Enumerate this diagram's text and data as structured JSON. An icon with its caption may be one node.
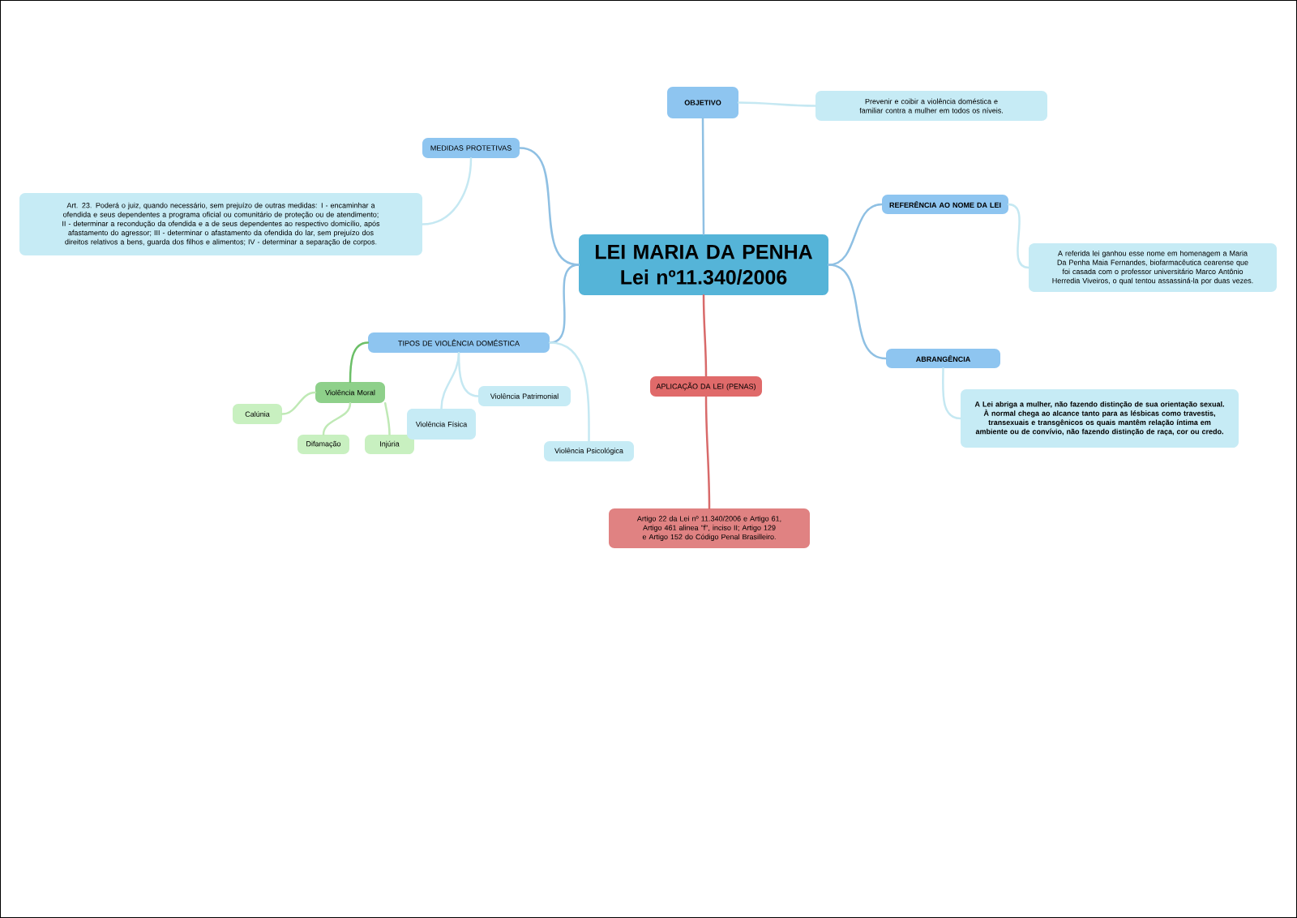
{
  "diagram": {
    "nodes": [
      {
        "text": [
          "LEI MARIA DA PENHA Lei nº11.340/2006"
        ]
      },
      {
        "text": [
          "OBJETIVO"
        ]
      },
      {
        "text": [
          "Prevenir e coibir a violência doméstica e familiar contra a mulher em todos os níveis."
        ]
      },
      {
        "text": [
          "MEDIDAS PROTETIVAS"
        ]
      },
      {
        "text": [
          "Art. 23. Poderá o juiz, quando necessário, sem prejuízo de outras medidas: I - encaminhar a ofendida e seus dependentes a programa oficial ou comunitário de proteção ou de atendimento; II - determinar a recondução da ofendida e a de seus dependentes ao respectivo domicílio, após afastamento do agressor; III - determinar o afastamento da ofendida do lar, sem prejuízo dos direitos relativos a bens, guarda dos filhos e alimentos; IV - determinar a separação de corpos."
        ]
      },
      {
        "text": [
          "REFERÊNCIA AO NOME DA LEI"
        ]
      },
      {
        "text": [
          "A referida lei ganhou esse nome em homenagem a Maria Da Penha Maia Fernandes, biofarmacêutica cearense que foi casada com o professor universitário Marco Antônio Herredia Viveiros, o qual tentou assassiná-la por duas vezes."
        ]
      },
      {
        "text": [
          "ABRANGÊNCIA"
        ]
      },
      {
        "text": [
          "A Lei abriga a mulher, não fazendo distinção de sua orientação sexual. À normal chega ao alcance tanto para as lésbicas como travestis, transexuais e transgênicos os quais mantêm relação íntima em ambiente ou de convívio, não fazendo distinção de raça, cor ou credo."
        ]
      },
      {
        "text": [
          "TIPOS DE VIOLÊNCIA DOMÉSTICA"
        ]
      },
      {
        "text": [
          "Violência Moral"
        ]
      },
      {
        "text": [
          "Calúnia"
        ]
      },
      {
        "text": [
          "Difamação"
        ]
      },
      {
        "text": [
          "Injúria"
        ]
      },
      {
        "text": [
          "Violência Física"
        ]
      },
      {
        "text": [
          "Violência Patrimonial"
        ]
      },
      {
        "text": [
          "Violência Psicológica"
        ]
      },
      {
        "text": [
          "APLICAÇÃO DA LEI (PENAS)"
        ]
      },
      {
        "text": [
          "Artigo 22 da Lei nº 11.340/2006 e Artigo 61, Artigo 461 alinea \"f\", inciso II; Artigo 129 e Artigo 152 do Código Penal Brasilleiro."
        ]
      }
    ],
    "edges": [
      {
        "from": 0,
        "to": 1,
        "arrow": "none",
        "color": "#8fc0e3"
      },
      {
        "from": 1,
        "to": 2,
        "arrow": "none"
      },
      {
        "from": 0,
        "to": 3,
        "arrow": "none",
        "color": "#8fc0e3"
      },
      {
        "from": 3,
        "to": 4,
        "arrow": "none"
      },
      {
        "from": 0,
        "to": 5,
        "arrow": "none",
        "color": "#8fc0e3"
      },
      {
        "from": 5,
        "to": 6,
        "arrow": "none"
      },
      {
        "from": 0,
        "to": 7,
        "arrow": "none",
        "color": "#8fc0e3"
      },
      {
        "from": 7,
        "to": 8,
        "arrow": "none"
      },
      {
        "from": 0,
        "to": 9,
        "arrow": "none",
        "color": "#8fc0e3"
      },
      {
        "from": 9,
        "to": 10,
        "arrow": "none",
        "color": "#6cbf68"
      },
      {
        "from": 10,
        "to": 11,
        "arrow": "none",
        "color": "#bfe9b5"
      },
      {
        "from": 10,
        "to": 12,
        "arrow": "none",
        "color": "#bfe9b5"
      },
      {
        "from": 10,
        "to": 13,
        "arrow": "none",
        "color": "#bfe9b5"
      },
      {
        "from": 9,
        "to": 14,
        "arrow": "none"
      },
      {
        "from": 9,
        "to": 15,
        "arrow": "none"
      },
      {
        "from": 9,
        "to": 16,
        "arrow": "none"
      },
      {
        "from": 0,
        "to": 17,
        "arrow": "none",
        "color": "#d86a6a"
      },
      {
        "from": 17,
        "to": 18,
        "arrow": "none",
        "color": "#d86a6a"
      }
    ]
  }
}
